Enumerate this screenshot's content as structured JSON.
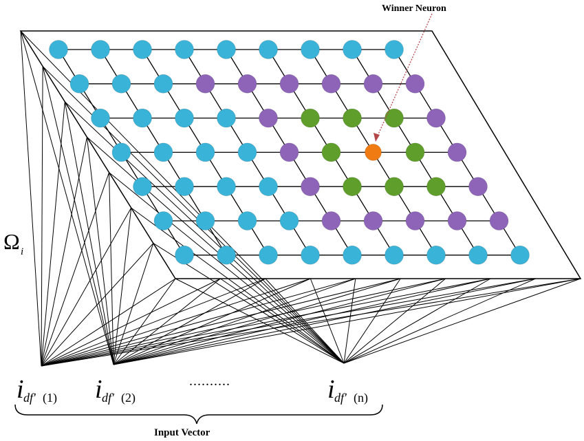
{
  "labels": {
    "winner": "Winner Neuron",
    "omega": "Ω",
    "omega_sub": "i",
    "input_vector": "Input Vector",
    "ellipsis": "..........",
    "inputs": [
      {
        "main": "i",
        "sub": "df'",
        "idx": "(1)"
      },
      {
        "main": "i",
        "sub": "df'",
        "idx": "(2)"
      },
      {
        "main": "i",
        "sub": "df'",
        "idx": "(n)"
      }
    ]
  },
  "colors": {
    "regular": "#3ab3d8",
    "neighbor_outer": "#8d64b8",
    "neighbor_inner": "#5f9e2a",
    "winner": "#f07b12",
    "line": "#000000",
    "pointer": "#b5474a"
  },
  "grid": {
    "rows": 7,
    "cols": 9,
    "types": [
      "BBBBBBBBB",
      "BBBPPPPPP",
      "BBBBPGGGP",
      "BBBBPGWGP",
      "BBBBPGGGP",
      "BBBBPPPPP",
      "BBBBBBBBB"
    ]
  }
}
